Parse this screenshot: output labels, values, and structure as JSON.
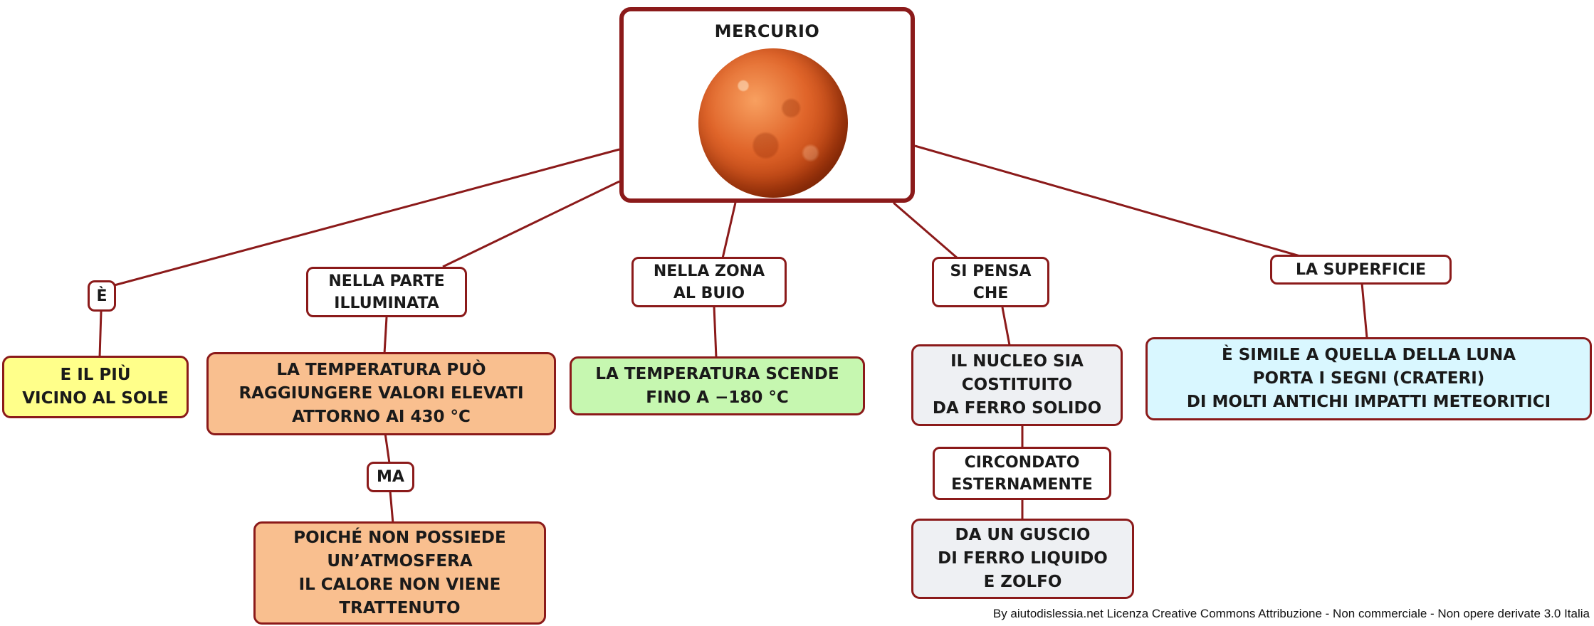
{
  "center": {
    "title": "MERCURIO",
    "image": "mercury-planet-image"
  },
  "branches": {
    "e": {
      "label": "È",
      "content": "E IL PIÙ\nVICINO AL SOLE"
    },
    "illuminata": {
      "label": "NELLA PARTE\nILLUMINATA",
      "content": "LA TEMPERATURA PUÒ\nRAGGIUNGERE VALORI ELEVATI\nATTORNO AI 430 °C",
      "connector": "MA",
      "content2": "POICHÉ  NON  POSSIEDE\nUN’ATMOSFERA\nIL  CALORE  NON  VIENE\nTRATTENUTO"
    },
    "buio": {
      "label": "NELLA ZONA\nAL BUIO",
      "content": "LA TEMPERATURA SCENDE\nFINO A −180 °C"
    },
    "pensa": {
      "label": "SI PENSA\nCHE",
      "content": "IL NUCLEO SIA\nCOSTITUITO\nDA FERRO SOLIDO",
      "connector": "CIRCONDATO\nESTERNAMENTE",
      "content2": "DA UN GUSCIO\nDI FERRO LIQUIDO\nE ZOLFO"
    },
    "superficie": {
      "label": "LA SUPERFICIE",
      "content": "È SIMILE A QUELLA DELLA LUNA\nPORTA I SEGNI (CRATERI)\nDI MOLTI ANTICHI IMPATTI METEORITICI"
    }
  },
  "colors": {
    "border": "#8b1a1a",
    "yellow": "#ffff8a",
    "orange": "#f9bf8f",
    "green": "#c6f7b0",
    "gray": "#eef0f3",
    "cyan": "#d9f7ff"
  },
  "footer": {
    "credit": "By aiutodislessia.net Licenza Creative Commons Attribuzione - Non commerciale - Non opere derivate 3.0 Italia"
  }
}
